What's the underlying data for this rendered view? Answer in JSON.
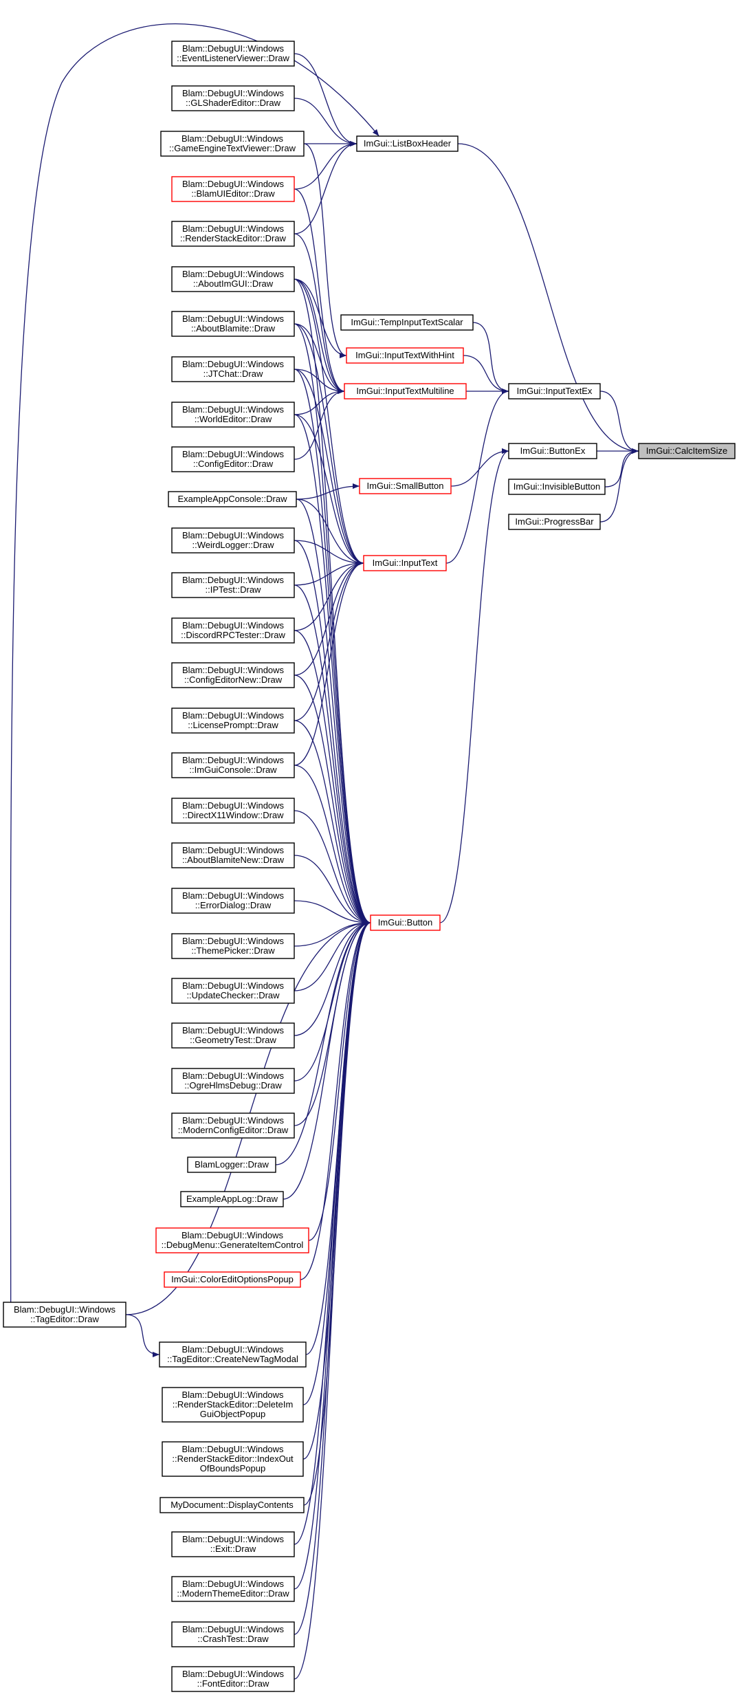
{
  "colors": {
    "edge": "#191970",
    "box_border": "#000000",
    "box_border_incomplete": "#ff0000",
    "focus_fill": "#bfbfbf",
    "background": "#ffffff"
  },
  "nodes": [
    {
      "id": "n_focus",
      "lines": [
        "ImGui::CalcItemSize"
      ],
      "style": "focus"
    },
    {
      "id": "n_listbox",
      "lines": [
        "ImGui::ListBoxHeader"
      ],
      "style": "normal"
    },
    {
      "id": "n_inputtextex",
      "lines": [
        "ImGui::InputTextEx"
      ],
      "style": "normal"
    },
    {
      "id": "n_buttonex",
      "lines": [
        "ImGui::ButtonEx"
      ],
      "style": "normal"
    },
    {
      "id": "n_invisible",
      "lines": [
        "ImGui::InvisibleButton"
      ],
      "style": "normal"
    },
    {
      "id": "n_progress",
      "lines": [
        "ImGui::ProgressBar"
      ],
      "style": "normal"
    },
    {
      "id": "n_tempinput",
      "lines": [
        "ImGui::TempInputTextScalar"
      ],
      "style": "normal"
    },
    {
      "id": "n_hint",
      "lines": [
        "ImGui::InputTextWithHint"
      ],
      "style": "red"
    },
    {
      "id": "n_multiline",
      "lines": [
        "ImGui::InputTextMultiline"
      ],
      "style": "red"
    },
    {
      "id": "n_smallbtn",
      "lines": [
        "ImGui::SmallButton"
      ],
      "style": "red"
    },
    {
      "id": "n_inputtext",
      "lines": [
        "ImGui::InputText"
      ],
      "style": "red"
    },
    {
      "id": "n_button",
      "lines": [
        "ImGui::Button"
      ],
      "style": "red"
    },
    {
      "id": "n_evlist",
      "lines": [
        "Blam::DebugUI::Windows",
        "::EventListenerViewer::Draw"
      ],
      "style": "normal"
    },
    {
      "id": "n_glshader",
      "lines": [
        "Blam::DebugUI::Windows",
        "::GLShaderEditor::Draw"
      ],
      "style": "normal"
    },
    {
      "id": "n_gametext",
      "lines": [
        "Blam::DebugUI::Windows",
        "::GameEngineTextViewer::Draw"
      ],
      "style": "normal"
    },
    {
      "id": "n_blamui",
      "lines": [
        "Blam::DebugUI::Windows",
        "::BlamUIEditor::Draw"
      ],
      "style": "red"
    },
    {
      "id": "n_renderstack",
      "lines": [
        "Blam::DebugUI::Windows",
        "::RenderStackEditor::Draw"
      ],
      "style": "normal"
    },
    {
      "id": "n_aboutimgui",
      "lines": [
        "Blam::DebugUI::Windows",
        "::AboutImGUI::Draw"
      ],
      "style": "normal"
    },
    {
      "id": "n_aboutblamite",
      "lines": [
        "Blam::DebugUI::Windows",
        "::AboutBlamite::Draw"
      ],
      "style": "normal"
    },
    {
      "id": "n_jtchat",
      "lines": [
        "Blam::DebugUI::Windows",
        "::JTChat::Draw"
      ],
      "style": "normal"
    },
    {
      "id": "n_worldeditor",
      "lines": [
        "Blam::DebugUI::Windows",
        "::WorldEditor::Draw"
      ],
      "style": "normal"
    },
    {
      "id": "n_configeditor",
      "lines": [
        "Blam::DebugUI::Windows",
        "::ConfigEditor::Draw"
      ],
      "style": "normal"
    },
    {
      "id": "n_exampleconsole",
      "lines": [
        "ExampleAppConsole::Draw"
      ],
      "style": "normal"
    },
    {
      "id": "n_weirdlogger",
      "lines": [
        "Blam::DebugUI::Windows",
        "::WeirdLogger::Draw"
      ],
      "style": "normal"
    },
    {
      "id": "n_iptest",
      "lines": [
        "Blam::DebugUI::Windows",
        "::IPTest::Draw"
      ],
      "style": "normal"
    },
    {
      "id": "n_discord",
      "lines": [
        "Blam::DebugUI::Windows",
        "::DiscordRPCTester::Draw"
      ],
      "style": "normal"
    },
    {
      "id": "n_confignew",
      "lines": [
        "Blam::DebugUI::Windows",
        "::ConfigEditorNew::Draw"
      ],
      "style": "normal"
    },
    {
      "id": "n_license",
      "lines": [
        "Blam::DebugUI::Windows",
        "::LicensePrompt::Draw"
      ],
      "style": "normal"
    },
    {
      "id": "n_imguiconsole",
      "lines": [
        "Blam::DebugUI::Windows",
        "::ImGuiConsole::Draw"
      ],
      "style": "normal"
    },
    {
      "id": "n_directx",
      "lines": [
        "Blam::DebugUI::Windows",
        "::DirectX11Window::Draw"
      ],
      "style": "normal"
    },
    {
      "id": "n_aboutnew",
      "lines": [
        "Blam::DebugUI::Windows",
        "::AboutBlamiteNew::Draw"
      ],
      "style": "normal"
    },
    {
      "id": "n_errordialog",
      "lines": [
        "Blam::DebugUI::Windows",
        "::ErrorDialog::Draw"
      ],
      "style": "normal"
    },
    {
      "id": "n_themepicker",
      "lines": [
        "Blam::DebugUI::Windows",
        "::ThemePicker::Draw"
      ],
      "style": "normal"
    },
    {
      "id": "n_updatechecker",
      "lines": [
        "Blam::DebugUI::Windows",
        "::UpdateChecker::Draw"
      ],
      "style": "normal"
    },
    {
      "id": "n_geometry",
      "lines": [
        "Blam::DebugUI::Windows",
        "::GeometryTest::Draw"
      ],
      "style": "normal"
    },
    {
      "id": "n_ogre",
      "lines": [
        "Blam::DebugUI::Windows",
        "::OgreHlmsDebug::Draw"
      ],
      "style": "normal"
    },
    {
      "id": "n_modernconfig",
      "lines": [
        "Blam::DebugUI::Windows",
        "::ModernConfigEditor::Draw"
      ],
      "style": "normal"
    },
    {
      "id": "n_blamlogger",
      "lines": [
        "BlamLogger::Draw"
      ],
      "style": "normal"
    },
    {
      "id": "n_examplelog",
      "lines": [
        "ExampleAppLog::Draw"
      ],
      "style": "normal"
    },
    {
      "id": "n_debugmenu",
      "lines": [
        "Blam::DebugUI::Windows",
        "::DebugMenu::GenerateItemControl"
      ],
      "style": "red"
    },
    {
      "id": "n_coloredit",
      "lines": [
        "ImGui::ColorEditOptionsPopup"
      ],
      "style": "red"
    },
    {
      "id": "n_tageditor",
      "lines": [
        "Blam::DebugUI::Windows",
        "::TagEditor::Draw"
      ],
      "style": "normal"
    },
    {
      "id": "n_newtag",
      "lines": [
        "Blam::DebugUI::Windows",
        "::TagEditor::CreateNewTagModal"
      ],
      "style": "normal"
    },
    {
      "id": "n_deleteimgui",
      "lines": [
        "Blam::DebugUI::Windows",
        "::RenderStackEditor::DeleteIm",
        "GuiObjectPopup"
      ],
      "style": "normal"
    },
    {
      "id": "n_indexout",
      "lines": [
        "Blam::DebugUI::Windows",
        "::RenderStackEditor::IndexOut",
        "OfBoundsPopup"
      ],
      "style": "normal"
    },
    {
      "id": "n_mydoc",
      "lines": [
        "MyDocument::DisplayContents"
      ],
      "style": "normal"
    },
    {
      "id": "n_exit",
      "lines": [
        "Blam::DebugUI::Windows",
        "::Exit::Draw"
      ],
      "style": "normal"
    },
    {
      "id": "n_moderntheme",
      "lines": [
        "Blam::DebugUI::Windows",
        "::ModernThemeEditor::Draw"
      ],
      "style": "normal"
    },
    {
      "id": "n_crashtest",
      "lines": [
        "Blam::DebugUI::Windows",
        "::CrashTest::Draw"
      ],
      "style": "normal"
    },
    {
      "id": "n_fonteditor",
      "lines": [
        "Blam::DebugUI::Windows",
        "::FontEditor::Draw"
      ],
      "style": "normal"
    }
  ],
  "edges": [
    [
      "n_listbox",
      "n_focus"
    ],
    [
      "n_inputtextex",
      "n_focus"
    ],
    [
      "n_buttonex",
      "n_focus"
    ],
    [
      "n_invisible",
      "n_focus"
    ],
    [
      "n_progress",
      "n_focus"
    ],
    [
      "n_evlist",
      "n_listbox"
    ],
    [
      "n_glshader",
      "n_listbox"
    ],
    [
      "n_gametext",
      "n_listbox"
    ],
    [
      "n_blamui",
      "n_listbox"
    ],
    [
      "n_renderstack",
      "n_listbox"
    ],
    [
      "n_tageditor",
      "n_listbox"
    ],
    [
      "n_tempinput",
      "n_inputtextex"
    ],
    [
      "n_hint",
      "n_inputtextex"
    ],
    [
      "n_multiline",
      "n_inputtextex"
    ],
    [
      "n_inputtext",
      "n_inputtextex"
    ],
    [
      "n_smallbtn",
      "n_buttonex"
    ],
    [
      "n_button",
      "n_buttonex"
    ],
    [
      "n_gametext",
      "n_hint"
    ],
    [
      "n_aboutimgui",
      "n_hint"
    ],
    [
      "n_blamui",
      "n_multiline"
    ],
    [
      "n_renderstack",
      "n_multiline"
    ],
    [
      "n_aboutimgui",
      "n_multiline"
    ],
    [
      "n_aboutblamite",
      "n_multiline"
    ],
    [
      "n_jtchat",
      "n_multiline"
    ],
    [
      "n_worldeditor",
      "n_multiline"
    ],
    [
      "n_configeditor",
      "n_multiline"
    ],
    [
      "n_exampleconsole",
      "n_smallbtn"
    ],
    [
      "n_aboutimgui",
      "n_inputtext"
    ],
    [
      "n_aboutblamite",
      "n_inputtext"
    ],
    [
      "n_jtchat",
      "n_inputtext"
    ],
    [
      "n_worldeditor",
      "n_inputtext"
    ],
    [
      "n_exampleconsole",
      "n_inputtext"
    ],
    [
      "n_weirdlogger",
      "n_inputtext"
    ],
    [
      "n_iptest",
      "n_inputtext"
    ],
    [
      "n_discord",
      "n_inputtext"
    ],
    [
      "n_confignew",
      "n_inputtext"
    ],
    [
      "n_license",
      "n_inputtext"
    ],
    [
      "n_imguiconsole",
      "n_inputtext"
    ],
    [
      "n_aboutimgui",
      "n_button"
    ],
    [
      "n_aboutblamite",
      "n_button"
    ],
    [
      "n_jtchat",
      "n_button"
    ],
    [
      "n_worldeditor",
      "n_button"
    ],
    [
      "n_exampleconsole",
      "n_button"
    ],
    [
      "n_weirdlogger",
      "n_button"
    ],
    [
      "n_iptest",
      "n_button"
    ],
    [
      "n_discord",
      "n_button"
    ],
    [
      "n_confignew",
      "n_button"
    ],
    [
      "n_license",
      "n_button"
    ],
    [
      "n_imguiconsole",
      "n_button"
    ],
    [
      "n_directx",
      "n_button"
    ],
    [
      "n_aboutnew",
      "n_button"
    ],
    [
      "n_errordialog",
      "n_button"
    ],
    [
      "n_themepicker",
      "n_button"
    ],
    [
      "n_updatechecker",
      "n_button"
    ],
    [
      "n_geometry",
      "n_button"
    ],
    [
      "n_ogre",
      "n_button"
    ],
    [
      "n_modernconfig",
      "n_button"
    ],
    [
      "n_blamlogger",
      "n_button"
    ],
    [
      "n_examplelog",
      "n_button"
    ],
    [
      "n_debugmenu",
      "n_button"
    ],
    [
      "n_coloredit",
      "n_button"
    ],
    [
      "n_tageditor",
      "n_button"
    ],
    [
      "n_newtag",
      "n_button"
    ],
    [
      "n_deleteimgui",
      "n_button"
    ],
    [
      "n_indexout",
      "n_button"
    ],
    [
      "n_mydoc",
      "n_button"
    ],
    [
      "n_exit",
      "n_button"
    ],
    [
      "n_moderntheme",
      "n_button"
    ],
    [
      "n_crashtest",
      "n_button"
    ],
    [
      "n_fonteditor",
      "n_button"
    ],
    [
      "n_tageditor",
      "n_newtag"
    ]
  ]
}
